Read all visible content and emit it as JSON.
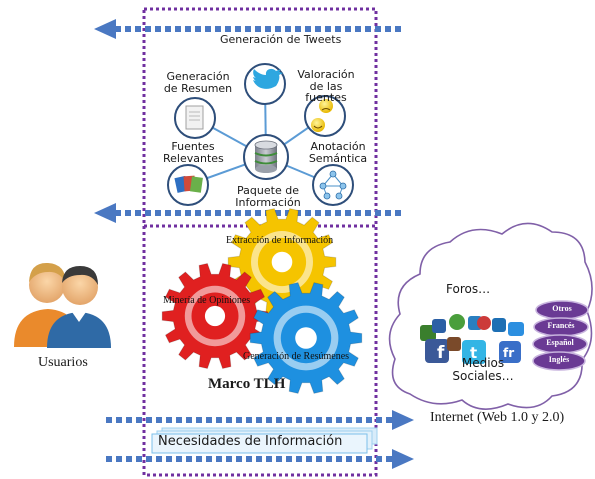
{
  "framework": {
    "title": "Marco TLH",
    "modules": {
      "center": "Paquete de Información",
      "top": "Generación de Tweets",
      "top_left": "Generación de Resumen",
      "top_right": "Valoración de las fuentes",
      "bottom_left": "Fuentes Relevantes",
      "bottom_right": "Anotación Semántica"
    },
    "gears": {
      "yellow": "Extracción de Información",
      "red": "Minería de Opiniones",
      "blue": "Generación de Resúmenes"
    },
    "input_banner": "Necesidades de Información"
  },
  "users": {
    "label": "Usuarios"
  },
  "internet": {
    "label": "Internet (Web 1.0 y 2.0)",
    "forums": "Foros…",
    "social": "Medios Sociales…",
    "languages": [
      "Otros",
      "Francés",
      "Español",
      "Inglés"
    ]
  },
  "colors": {
    "frame": "#7030a0",
    "arrows": "#4a78c2",
    "gear_yellow": "#f5c400",
    "gear_red": "#e02020",
    "gear_blue": "#1e90e0",
    "cloud_border": "#8060a8",
    "language_tag": "#6a3a94"
  }
}
